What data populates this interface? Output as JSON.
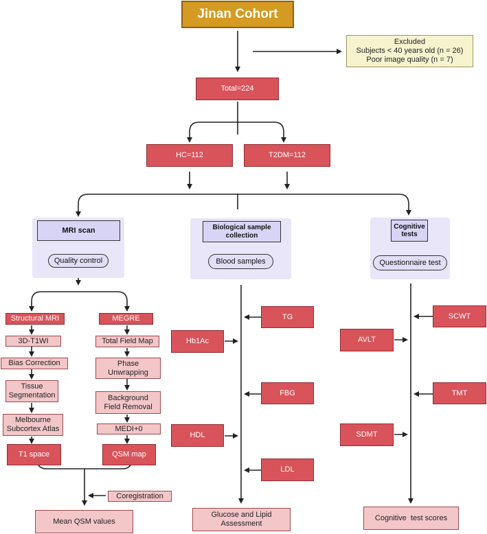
{
  "title": "Jinan Cohort",
  "excluded": {
    "line1": "Excluded",
    "line2": "Subjects < 40 years old (n = 26)",
    "line3": "Poor image quality (n = 7)"
  },
  "total": "Total=224",
  "groups": {
    "hc": "HC=112",
    "t2dm": "T2DM=112"
  },
  "mri": {
    "title": "MRI scan",
    "qc": "Quality control",
    "structural": [
      "Structural MRI",
      "3D-T1WI",
      "Bias Correction",
      "Tissue Segmentation",
      "Melbourne Subcortex Atlas",
      "T1 space"
    ],
    "megre": [
      "MEGRE",
      "Total Field Map",
      "Phase Unwrapping",
      "Background Field Removal",
      "MEDI+0",
      "QSM map"
    ],
    "coregistration": "Coregistration",
    "result": "Mean QSM values"
  },
  "bio": {
    "title": "Biological sample collection",
    "pill": "Blood samples",
    "right_items": [
      "TG",
      "FBG",
      "LDL"
    ],
    "left_items": [
      "Hb1Ac",
      "HDL"
    ],
    "result": "Glucose and Lipid Assessment"
  },
  "cog": {
    "title": "Cognitive tests",
    "pill": "Questionnaire test",
    "right_items": [
      "SCWT",
      "TMT"
    ],
    "left_items": [
      "AVLT",
      "SDMT"
    ],
    "result": "Cognitive  test scores"
  },
  "colors": {
    "title_fill": "#d49a22",
    "excluded_fill": "#f6f3cf",
    "red_box": "#d9535a",
    "pink_box": "#f3c6c8",
    "panel": "#e8e6f8"
  }
}
